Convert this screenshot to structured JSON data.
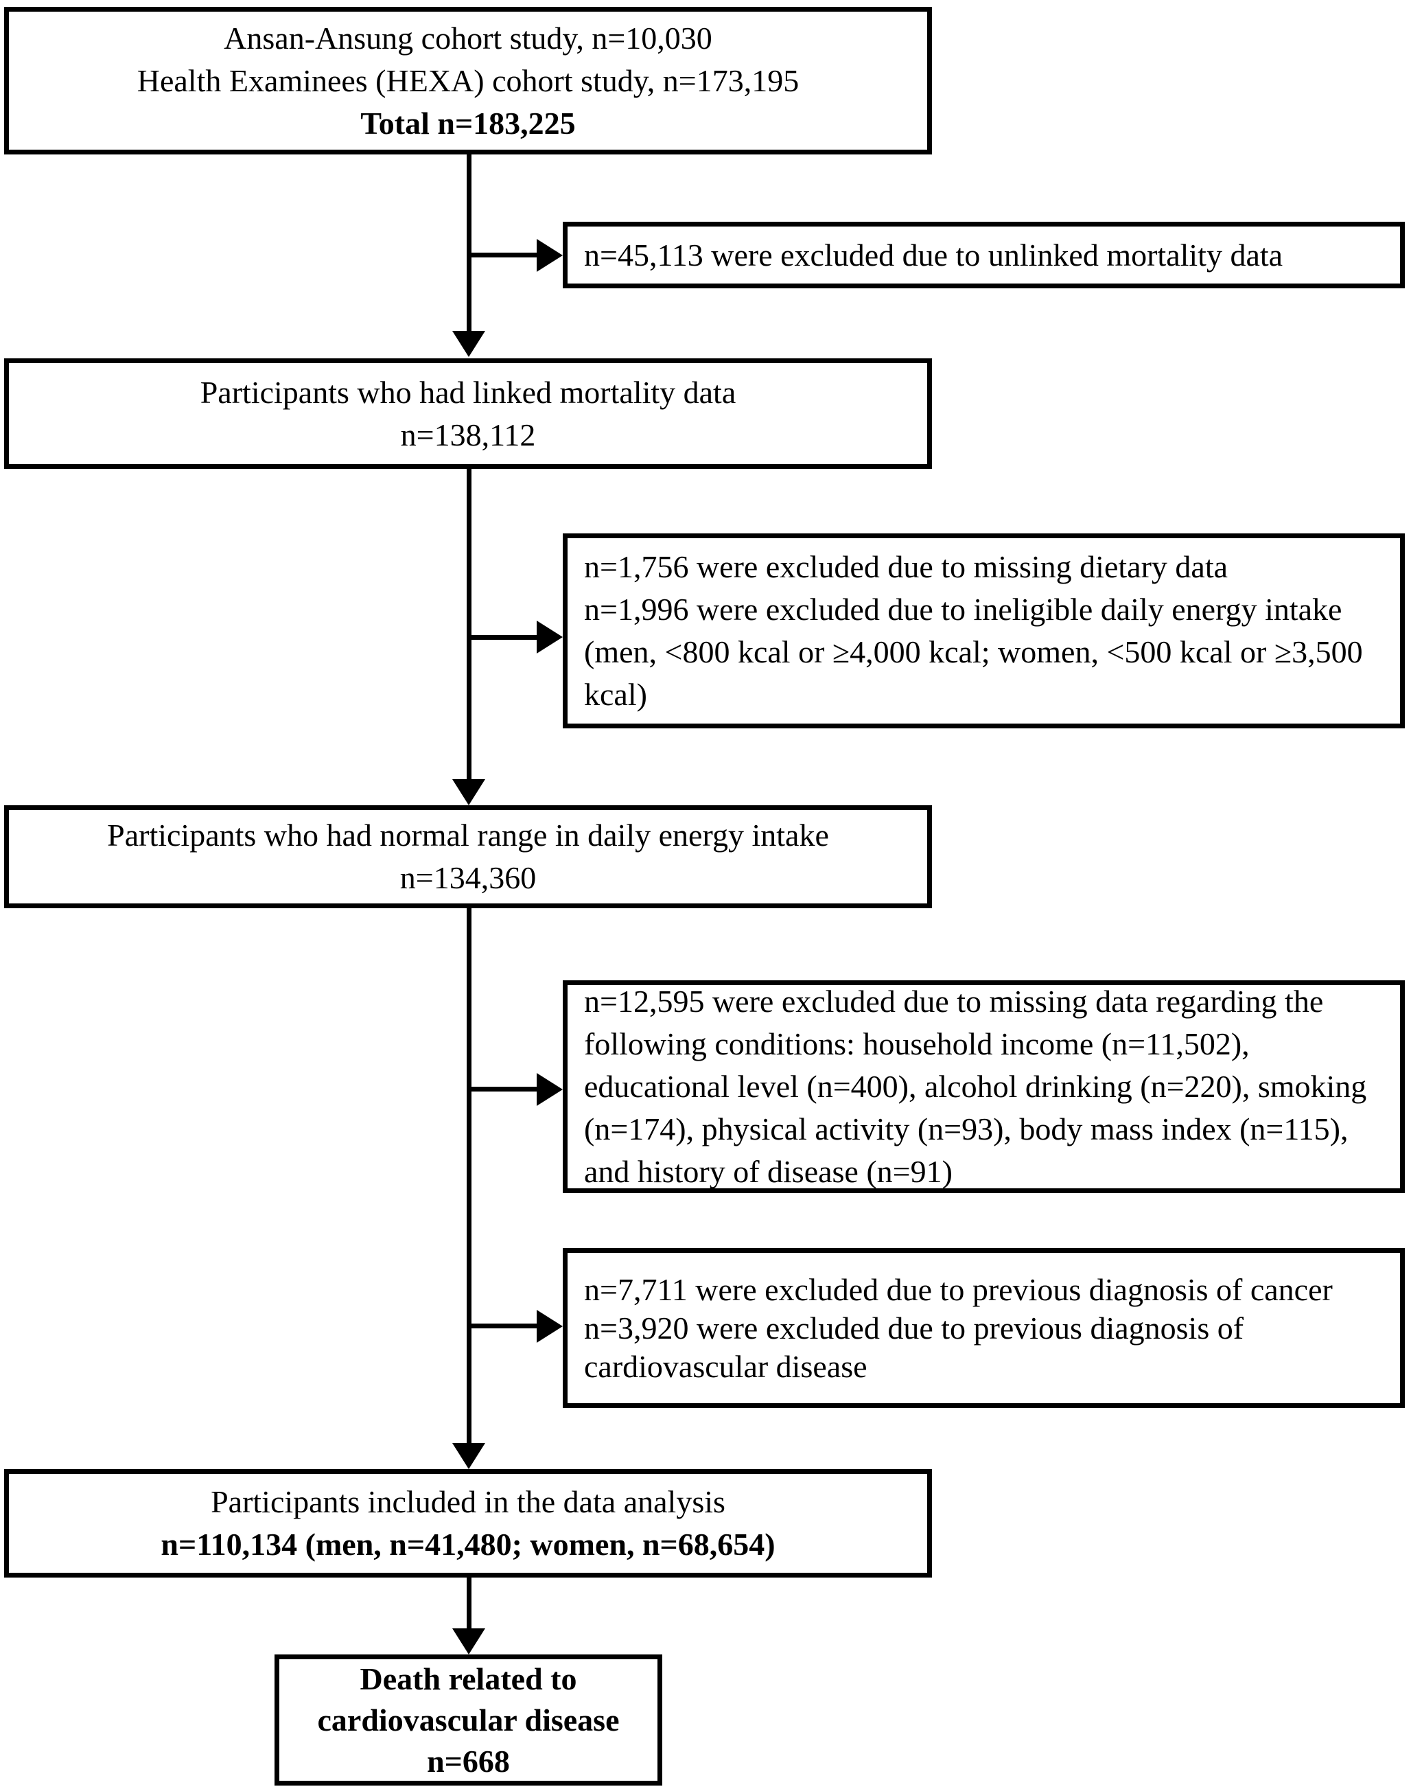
{
  "colors": {
    "line": "#000000",
    "text": "#000000",
    "background": "#ffffff"
  },
  "boxes": {
    "source": {
      "line1": "Ansan-Ansung cohort study, n=10,030",
      "line2": "Health Examinees (HEXA) cohort study, n=173,195",
      "line3": "Total n=183,225"
    },
    "excluded_unlinked": {
      "para1": "n=45,113 were excluded due to unlinked mortality data"
    },
    "linked_mortality": {
      "line1": "Participants who had linked mortality data",
      "line2": "n=138,112"
    },
    "excluded_dietary": {
      "para1": "n=1,756 were excluded due to missing dietary data",
      "para2": "n=1,996 were excluded due to ineligible daily energy intake (men, <800 kcal or ≥4,000 kcal; women, <500 kcal or ≥3,500 kcal)"
    },
    "normal_energy": {
      "line1": "Participants who had normal range in daily energy intake",
      "line2": "n=134,360"
    },
    "excluded_missing_covariates": {
      "para1": "n=12,595 were excluded due to missing data regarding the following conditions: household income (n=11,502), educational level (n=400), alcohol drinking (n=220), smoking (n=174), physical activity (n=93), body mass index (n=115), and history of disease (n=91)"
    },
    "excluded_disease_history": {
      "para1": "n=7,711 were excluded due to previous diagnosis of cancer",
      "para2": "n=3,920 were excluded due to previous diagnosis of cardiovascular disease"
    },
    "included_analysis": {
      "line1": "Participants included in the data analysis",
      "line2": "n=110,134 (men, n=41,480; women, n=68,654)"
    },
    "cvd_death": {
      "line1": "Death related to",
      "line2": "cardiovascular disease",
      "line3": "n=668"
    }
  }
}
